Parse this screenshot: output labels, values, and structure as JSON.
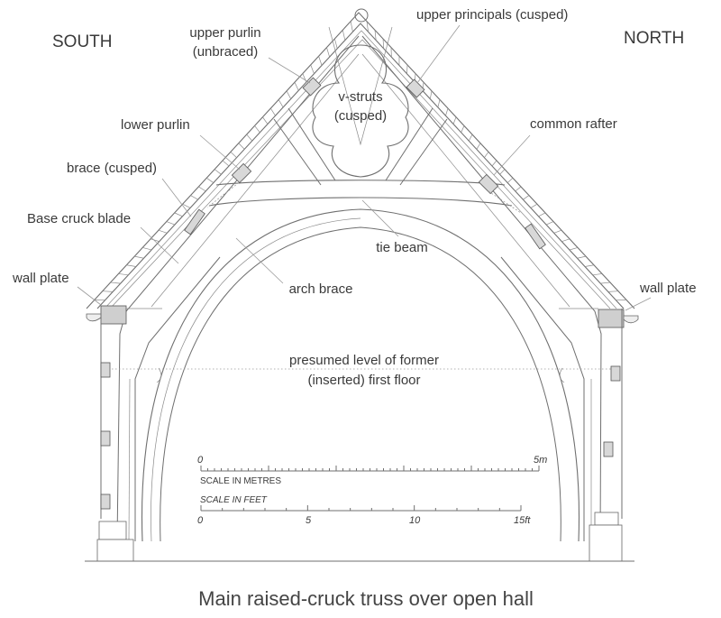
{
  "directions": {
    "south": "SOUTH",
    "north": "NORTH"
  },
  "labels": {
    "upper_purlin_1": "upper purlin",
    "upper_purlin_2": "(unbraced)",
    "upper_principals": "upper principals (cusped)",
    "v_struts_1": "v-struts",
    "v_struts_2": "(cusped)",
    "lower_purlin": "lower purlin",
    "common_rafter": "common rafter",
    "brace": "brace (cusped)",
    "base_cruck_blade": "Base cruck blade",
    "tie_beam": "tie beam",
    "wall_plate_left": "wall plate",
    "wall_plate_right": "wall plate",
    "arch_brace": "arch brace",
    "floor_level_1": "presumed level of former",
    "floor_level_2": "(inserted) first floor"
  },
  "scale_metres": {
    "title": "SCALE IN METRES",
    "start": "0",
    "end": "5m"
  },
  "scale_feet": {
    "title": "SCALE IN FEET",
    "ticks": [
      "0",
      "5",
      "10",
      "15ft"
    ]
  },
  "caption": "Main raised-cruck truss over open hall"
}
